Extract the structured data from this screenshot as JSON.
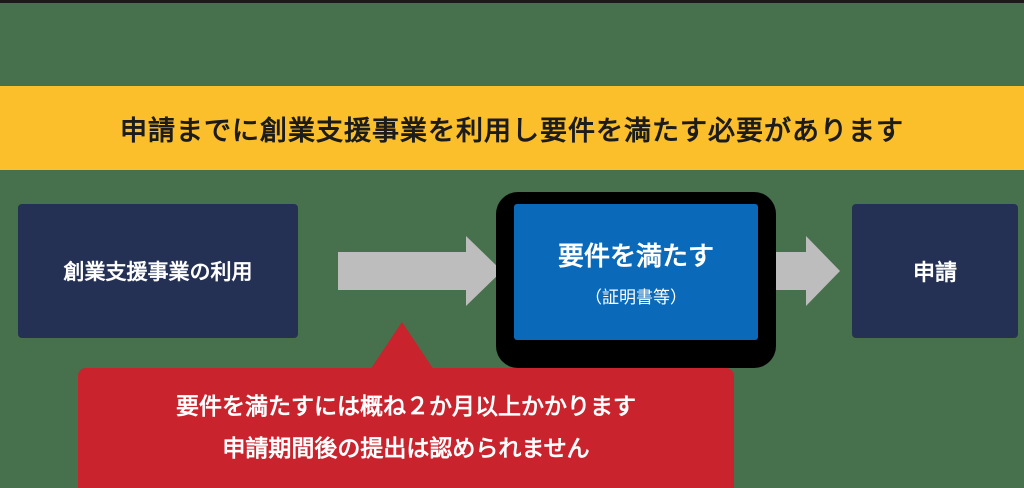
{
  "banner": {
    "text": "申請までに創業支援事業を利用し要件を満たす必要があります"
  },
  "flow": {
    "step1": "創業支援事業の利用",
    "step2_main": "要件を満たす",
    "step2_sub": "（証明書等）",
    "step3": "申請"
  },
  "note": {
    "line1": "要件を満たすには概ね２か月以上かかります",
    "line2": "申請期間後の提出は認められません"
  },
  "colors": {
    "background": "#47704d",
    "banner": "#fbbf2b",
    "navy_box": "#243155",
    "blue_box": "#0a6ab9",
    "note": "#c9232d",
    "arrow": "#bdbdbd"
  }
}
